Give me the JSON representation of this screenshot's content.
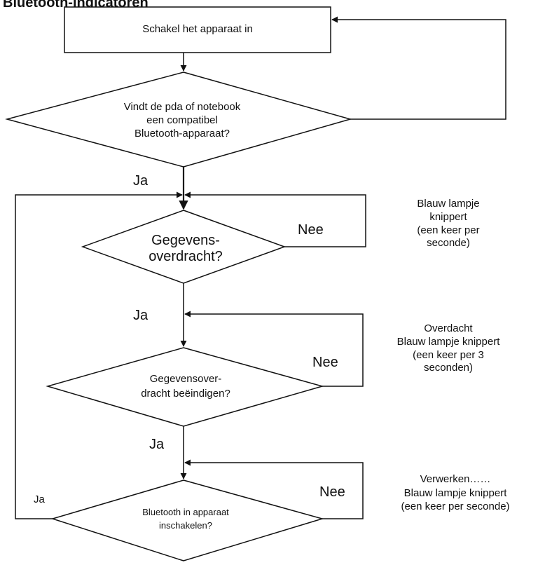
{
  "title": "Bluetooth-indicatoren",
  "nodes": {
    "start": "Schakel het apparaat in",
    "q1": "Vindt de pda of notebook\neen compatibel\nBluetooth-apparaat?",
    "q2": "Gegevens-\noverdracht?",
    "q3": "Gegevensover-\ndracht beëindigen?",
    "q4": "Bluetooth in apparaat\ninschakelen?"
  },
  "edges": {
    "ja1": "Ja",
    "ja2": "Ja",
    "ja3": "Ja",
    "ja4": "Ja",
    "nee2": "Nee",
    "nee3": "Nee",
    "nee4": "Nee"
  },
  "notes": {
    "n1": "Blauw lampje\nknippert\n(een keer per\nseconde)",
    "n2": "Overdacht\nBlauw lampje knippert\n(een keer per 3\nseconden)",
    "n3": "Verwerken……\nBlauw lampje knippert\n(een keer per seconde)"
  }
}
